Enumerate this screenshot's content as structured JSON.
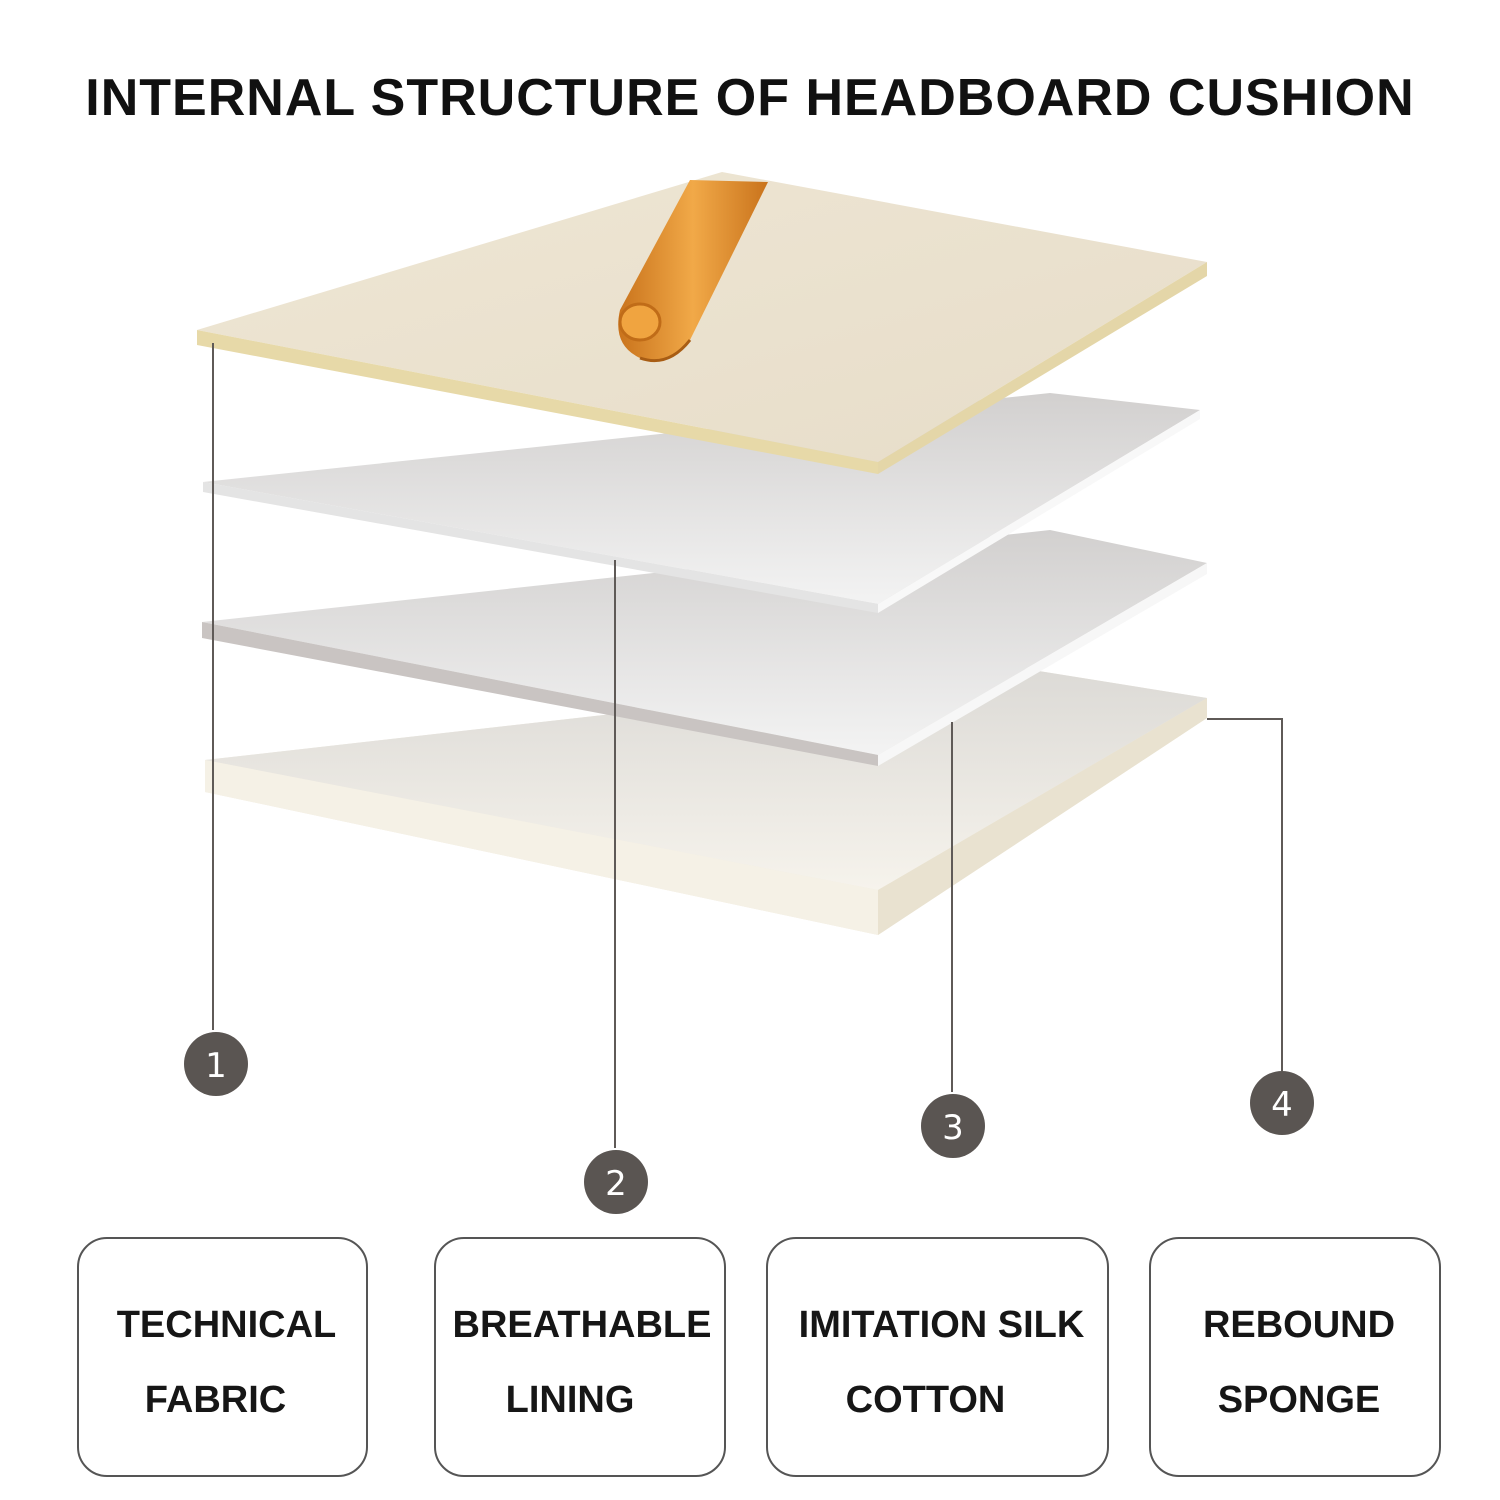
{
  "title": "INTERNAL STRUCTURE OF HEADBOARD CUSHION",
  "layers": [
    {
      "number": "1",
      "line1": "TECHNICAL",
      "line2": "FABRIC"
    },
    {
      "number": "2",
      "line1": "BREATHABLE",
      "line2": "LINING"
    },
    {
      "number": "3",
      "line1": "IMITATION SILK",
      "line2": "COTTON"
    },
    {
      "number": "4",
      "line1": "REBOUND",
      "line2": "SPONGE"
    }
  ],
  "colors": {
    "fabric": "#ede5d6",
    "fabric_edge": "#e6d6a4",
    "lining": "#e9e9e9",
    "silk_cotton": "#e5e3e2",
    "sponge": "#f2eee3",
    "zipper": "#e0932f",
    "callout": "#5a5552"
  }
}
